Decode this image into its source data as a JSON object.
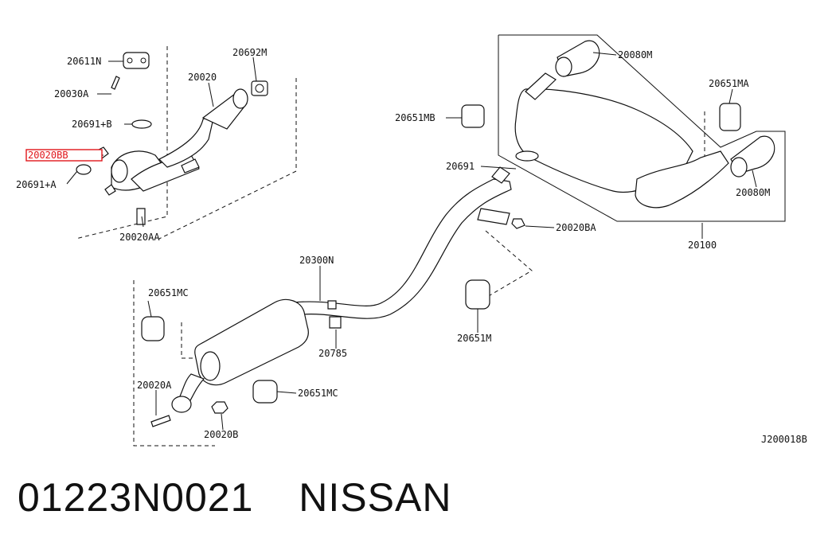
{
  "labels": {
    "p20611N": "20611N",
    "p20030A": "20030A",
    "p20691B": "20691+B",
    "p20020BB": "20020BB",
    "p20691A": "20691+A",
    "p20020AA": "20020AA",
    "p20020": "20020",
    "p20692M": "20692M",
    "p20080M_top": "20080M",
    "p20651MA": "20651MA",
    "p20651MB": "20651MB",
    "p20691": "20691",
    "p20080M_right": "20080M",
    "p20020BA": "20020BA",
    "p20100": "20100",
    "p20300N": "20300N",
    "p20651MC_left": "20651MC",
    "p20785": "20785",
    "p20651M": "20651M",
    "p20651MC_bottom": "20651MC",
    "p20020A": "20020A",
    "p20020B": "20020B",
    "drawing_id": "J200018B"
  },
  "highlight_color": "#e0161b",
  "footer": {
    "part_number": "01223N0021",
    "brand": "NISSAN"
  }
}
